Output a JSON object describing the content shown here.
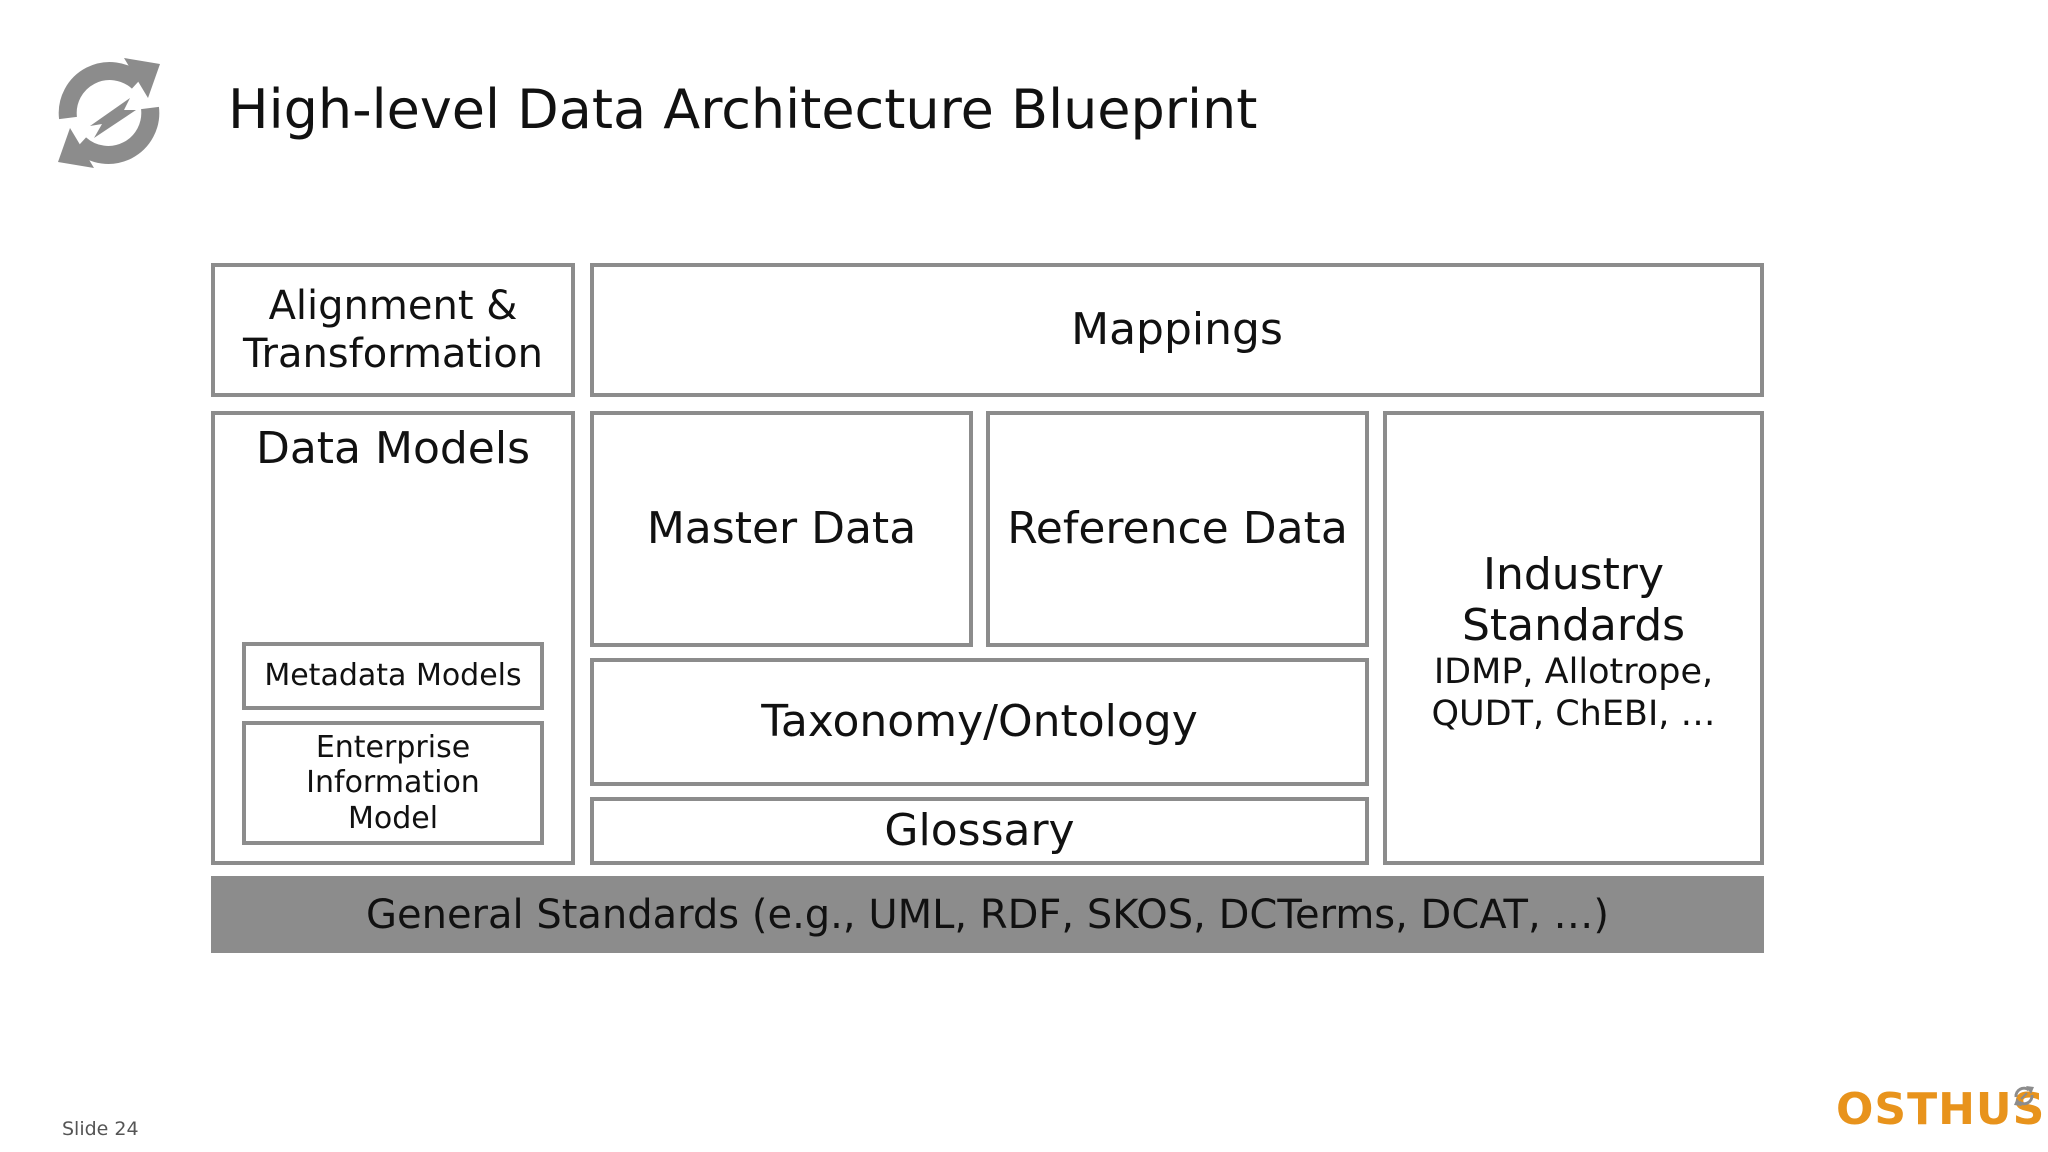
{
  "header": {
    "title": "High-level Data Architecture Blueprint",
    "logo_icon": "sync-arrows-icon",
    "logo_color": "#8c8c8c"
  },
  "diagram": {
    "alignment": {
      "lines": [
        "Alignment &",
        "Transformation"
      ]
    },
    "mappings": {
      "label": "Mappings"
    },
    "data_models": {
      "label": "Data Models",
      "metadata_models": "Metadata Models",
      "enterprise_model": {
        "lines": [
          "Enterprise",
          "Information",
          "Model"
        ]
      }
    },
    "master_data": {
      "label": "Master Data"
    },
    "reference_data": {
      "label": "Reference Data"
    },
    "taxonomy": {
      "label": "Taxonomy/Ontology"
    },
    "glossary": {
      "label": "Glossary"
    },
    "industry_standards": {
      "lines": [
        "Industry",
        "Standards"
      ],
      "examples": [
        "IDMP, Allotrope,",
        "QUDT, ChEBI, …"
      ]
    },
    "general_standards": {
      "label": "General Standards (e.g., UML, RDF, SKOS, DCTerms, DCAT, …)"
    },
    "box_border_color": "#8c8c8c",
    "bar_fill_color": "#8c8c8c"
  },
  "footer": {
    "slide_label": "Slide 24",
    "brand": "OSTHUS",
    "brand_color": "#e8931c"
  }
}
